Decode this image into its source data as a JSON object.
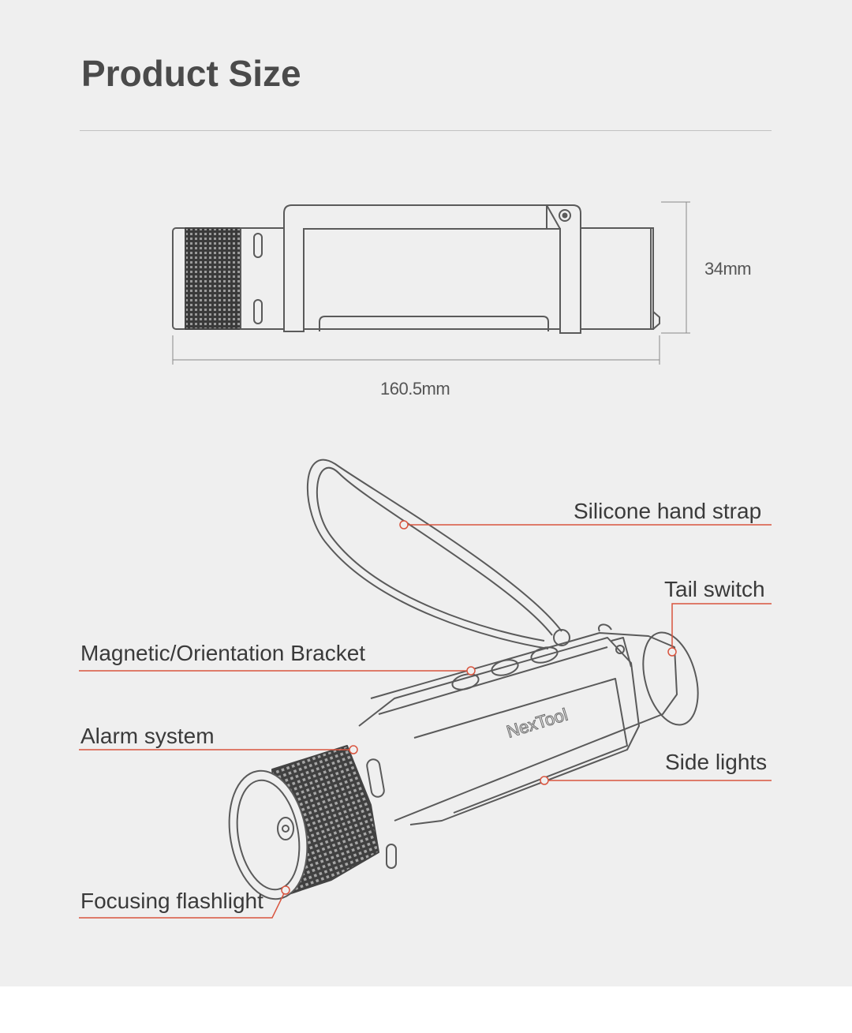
{
  "title": "Product Size",
  "dimensions": {
    "height": "34mm",
    "length": "160.5mm"
  },
  "brand_logo": "NexTool",
  "colors": {
    "background": "#efefef",
    "title": "#4a4a4a",
    "callout_line": "#d9553f",
    "drawing_stroke": "#5a5a5a"
  },
  "callouts": {
    "hand_strap": "Silicone hand strap",
    "tail_switch": "Tail switch",
    "bracket": "Magnetic/Orientation Bracket",
    "alarm": "Alarm system",
    "side_lights": "Side lights",
    "focusing": "Focusing flashlight"
  }
}
